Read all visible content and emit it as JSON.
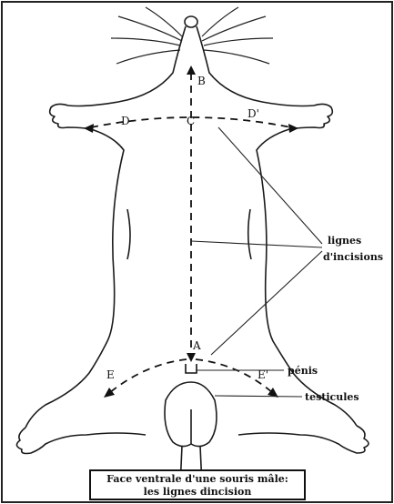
{
  "points": {
    "a": "A",
    "b": "B",
    "c": "C",
    "d": "D",
    "d_prime": "D'",
    "e": "E",
    "e_prime": "E'"
  },
  "annotations": {
    "incision_lines": [
      "lignes",
      "d'incisions"
    ],
    "penis": "pénis",
    "testicles": "testicules"
  },
  "caption": [
    "Face ventrale d'une souris mâle:",
    "les lignes dincision"
  ]
}
